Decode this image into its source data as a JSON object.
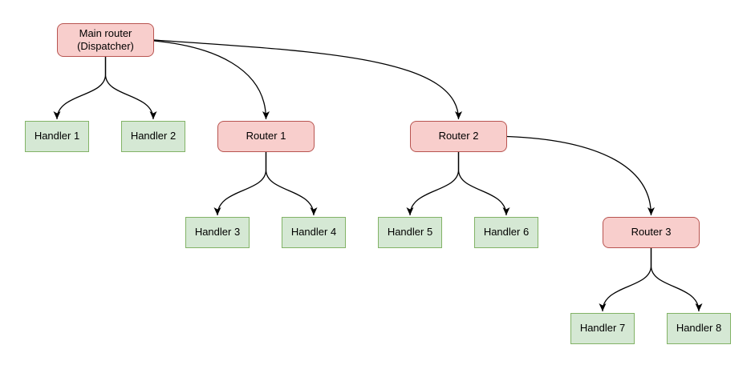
{
  "diagram": {
    "nodes": [
      {
        "id": "main-router",
        "type": "router",
        "label": "Main router (Dispatcher)"
      },
      {
        "id": "handler-1",
        "type": "handler",
        "label": "Handler 1"
      },
      {
        "id": "handler-2",
        "type": "handler",
        "label": "Handler 2"
      },
      {
        "id": "router-1",
        "type": "router",
        "label": "Router 1"
      },
      {
        "id": "router-2",
        "type": "router",
        "label": "Router 2"
      },
      {
        "id": "handler-3",
        "type": "handler",
        "label": "Handler 3"
      },
      {
        "id": "handler-4",
        "type": "handler",
        "label": "Handler 4"
      },
      {
        "id": "handler-5",
        "type": "handler",
        "label": "Handler 5"
      },
      {
        "id": "handler-6",
        "type": "handler",
        "label": "Handler 6"
      },
      {
        "id": "router-3",
        "type": "router",
        "label": "Router 3"
      },
      {
        "id": "handler-7",
        "type": "handler",
        "label": "Handler 7"
      },
      {
        "id": "handler-8",
        "type": "handler",
        "label": "Handler 8"
      }
    ],
    "edges": [
      {
        "from": "Main router (Dispatcher)",
        "to": "Handler 1"
      },
      {
        "from": "Main router (Dispatcher)",
        "to": "Handler 2"
      },
      {
        "from": "Main router (Dispatcher)",
        "to": "Router 1"
      },
      {
        "from": "Main router (Dispatcher)",
        "to": "Router 2"
      },
      {
        "from": "Router 1",
        "to": "Handler 3"
      },
      {
        "from": "Router 1",
        "to": "Handler 4"
      },
      {
        "from": "Router 2",
        "to": "Handler 5"
      },
      {
        "from": "Router 2",
        "to": "Handler 6"
      },
      {
        "from": "Router 2",
        "to": "Router 3"
      },
      {
        "from": "Router 3",
        "to": "Handler 7"
      },
      {
        "from": "Router 3",
        "to": "Handler 8"
      }
    ],
    "colors": {
      "router_fill": "#f8cecc",
      "router_border": "#b85450",
      "handler_fill": "#d5e8d4",
      "handler_border": "#82b366",
      "edge": "#000000",
      "text": "#000000",
      "background": "#ffffff"
    }
  }
}
